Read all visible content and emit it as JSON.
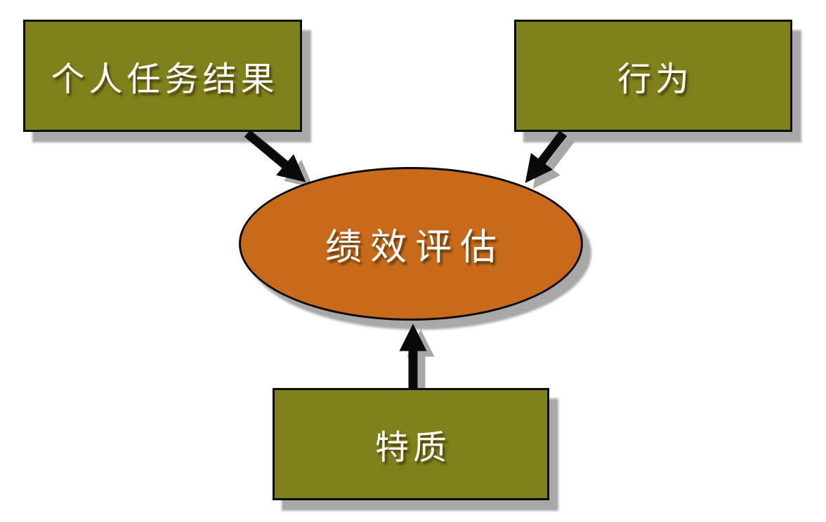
{
  "diagram": {
    "nodes": {
      "top_left": {
        "label": "个人任务结果",
        "shape": "rectangle"
      },
      "top_right": {
        "label": "行为",
        "shape": "rectangle"
      },
      "bottom": {
        "label": "特质",
        "shape": "rectangle"
      },
      "center": {
        "label": "绩效评估",
        "shape": "ellipse"
      }
    },
    "edges": [
      {
        "from": "top_left",
        "to": "center"
      },
      {
        "from": "top_right",
        "to": "center"
      },
      {
        "from": "bottom",
        "to": "center"
      }
    ],
    "colors": {
      "rect_fill": "#7E811A",
      "ellipse_fill": "#C96A1B",
      "outline": "#0A0A0A",
      "shadow": "#A8A8A8",
      "label_text": "#FFFFFF",
      "background": "#FFFFFF"
    }
  }
}
